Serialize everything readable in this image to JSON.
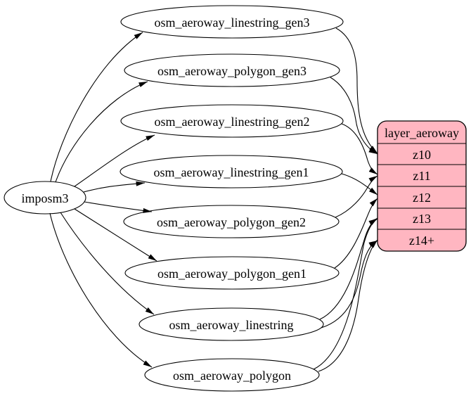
{
  "diagram": {
    "kind": "etl-graph",
    "colors": {
      "background": "#ffffff",
      "edge": "#000000",
      "node_stroke": "#000000",
      "table_fill": "#ffffff",
      "layer_fill": "#ffb6c1",
      "text": "#000000"
    },
    "source": {
      "label": "imposm3"
    },
    "tables": [
      {
        "label": "osm_aeroway_linestring_gen3"
      },
      {
        "label": "osm_aeroway_polygon_gen3"
      },
      {
        "label": "osm_aeroway_linestring_gen2"
      },
      {
        "label": "osm_aeroway_linestring_gen1"
      },
      {
        "label": "osm_aeroway_polygon_gen2"
      },
      {
        "label": "osm_aeroway_polygon_gen1"
      },
      {
        "label": "osm_aeroway_linestring"
      },
      {
        "label": "osm_aeroway_polygon"
      }
    ],
    "layer": {
      "title": "layer_aeroway",
      "rows": [
        {
          "label": "z10"
        },
        {
          "label": "z11"
        },
        {
          "label": "z12"
        },
        {
          "label": "z13"
        },
        {
          "label": "z14+"
        }
      ]
    },
    "edges": {
      "source_to_tables": [
        {
          "from": "imposm3",
          "to": "osm_aeroway_linestring_gen3"
        },
        {
          "from": "imposm3",
          "to": "osm_aeroway_polygon_gen3"
        },
        {
          "from": "imposm3",
          "to": "osm_aeroway_linestring_gen2"
        },
        {
          "from": "imposm3",
          "to": "osm_aeroway_linestring_gen1"
        },
        {
          "from": "imposm3",
          "to": "osm_aeroway_polygon_gen2"
        },
        {
          "from": "imposm3",
          "to": "osm_aeroway_polygon_gen1"
        },
        {
          "from": "imposm3",
          "to": "osm_aeroway_linestring"
        },
        {
          "from": "imposm3",
          "to": "osm_aeroway_polygon"
        }
      ],
      "tables_to_layer": [
        {
          "from": "osm_aeroway_linestring_gen3",
          "to": "z10"
        },
        {
          "from": "osm_aeroway_polygon_gen3",
          "to": "z10"
        },
        {
          "from": "osm_aeroway_linestring_gen2",
          "to": "z11"
        },
        {
          "from": "osm_aeroway_polygon_gen2",
          "to": "z11"
        },
        {
          "from": "osm_aeroway_linestring_gen1",
          "to": "z12"
        },
        {
          "from": "osm_aeroway_polygon_gen1",
          "to": "z12"
        },
        {
          "from": "osm_aeroway_linestring",
          "to": "z13"
        },
        {
          "from": "osm_aeroway_polygon",
          "to": "z13"
        },
        {
          "from": "osm_aeroway_linestring",
          "to": "z14+"
        },
        {
          "from": "osm_aeroway_polygon",
          "to": "z14+"
        }
      ]
    }
  }
}
